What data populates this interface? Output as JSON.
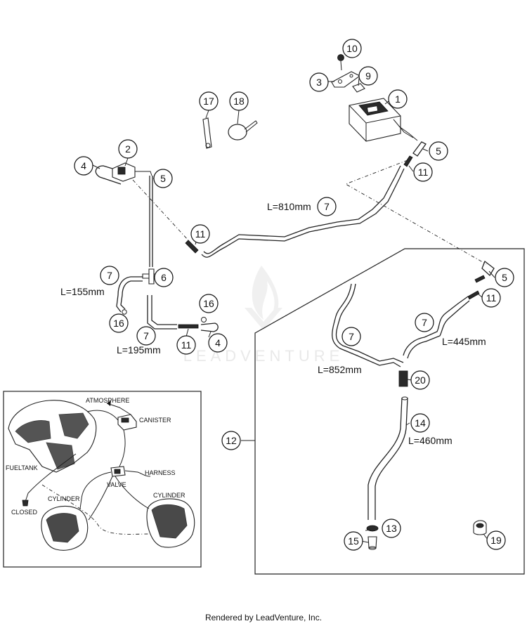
{
  "callouts": [
    {
      "id": "c1",
      "num": "1"
    },
    {
      "id": "c2",
      "num": "2"
    },
    {
      "id": "c3",
      "num": "3"
    },
    {
      "id": "c4a",
      "num": "4"
    },
    {
      "id": "c4b",
      "num": "4"
    },
    {
      "id": "c5a",
      "num": "5"
    },
    {
      "id": "c5b",
      "num": "5"
    },
    {
      "id": "c5c",
      "num": "5"
    },
    {
      "id": "c6",
      "num": "6"
    },
    {
      "id": "c7a",
      "num": "7"
    },
    {
      "id": "c7b",
      "num": "7"
    },
    {
      "id": "c7c",
      "num": "7"
    },
    {
      "id": "c7d",
      "num": "7"
    },
    {
      "id": "c7e",
      "num": "7"
    },
    {
      "id": "c9",
      "num": "9"
    },
    {
      "id": "c10",
      "num": "10"
    },
    {
      "id": "c11a",
      "num": "11"
    },
    {
      "id": "c11b",
      "num": "11"
    },
    {
      "id": "c11c",
      "num": "11"
    },
    {
      "id": "c11d",
      "num": "11"
    },
    {
      "id": "c12",
      "num": "12"
    },
    {
      "id": "c13",
      "num": "13"
    },
    {
      "id": "c14",
      "num": "14"
    },
    {
      "id": "c15",
      "num": "15"
    },
    {
      "id": "c16a",
      "num": "16"
    },
    {
      "id": "c16b",
      "num": "16"
    },
    {
      "id": "c17",
      "num": "17"
    },
    {
      "id": "c18",
      "num": "18"
    },
    {
      "id": "c19",
      "num": "19"
    },
    {
      "id": "c20",
      "num": "20"
    }
  ],
  "lengths": {
    "l810": "L=810mm",
    "l155": "L=155mm",
    "l195": "L=195mm",
    "l852": "L=852mm",
    "l445": "L=445mm",
    "l460": "L=460mm"
  },
  "schematic": {
    "atmosphere": "ATMOSPHERE",
    "canister": "CANISTER",
    "fueltank": "FUELTANK",
    "harness": "HARNESS",
    "valve": "VALVE",
    "closed": "CLOSED",
    "cylinder_left": "CYLINDER",
    "cylinder_right": "CYLINDER"
  },
  "watermark": "LEADVENTURE",
  "footer": "Rendered by LeadVenture, Inc."
}
